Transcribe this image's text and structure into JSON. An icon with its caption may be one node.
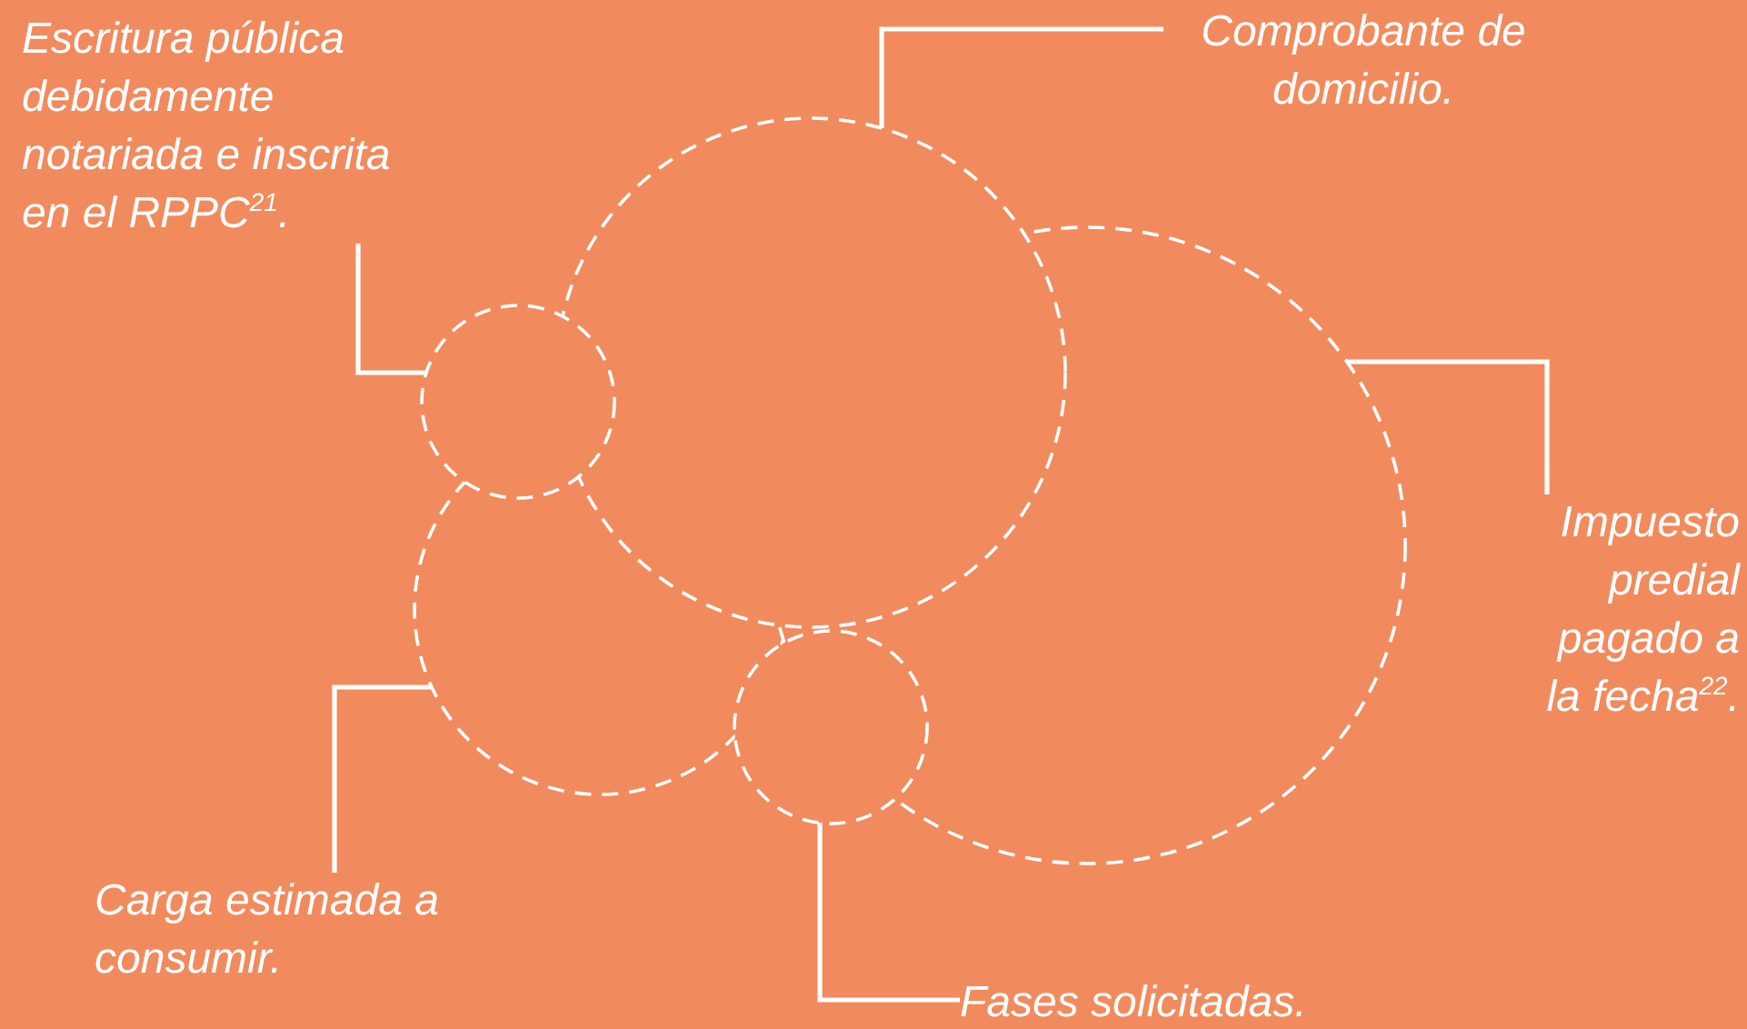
{
  "diagram": {
    "nodes": [
      {
        "text": [
          "Escritura pública debidamente notariada e inscrita en el RPPC$^{21}$."
        ]
      },
      {
        "text": [
          "Comprobante de domicilio."
        ]
      },
      {
        "text": [],
        "shape": "circle"
      },
      {
        "text": [],
        "shape": "circle"
      },
      {
        "text": [],
        "shape": "circle"
      },
      {
        "text": [
          "Impuesto predial pagado a la fecha$^{22}$."
        ]
      },
      {
        "text": [],
        "shape": "circle"
      },
      {
        "text": [],
        "shape": "circle"
      },
      {
        "text": [
          "Carga estimada a consumir."
        ]
      },
      {
        "text": [
          "Fases solicitadas."
        ]
      }
    ],
    "edges": [
      {
        "from": 0,
        "to": 3,
        "arrow": "none"
      },
      {
        "from": 1,
        "to": 2,
        "arrow": "none"
      },
      {
        "from": 5,
        "to": 4,
        "arrow": "none"
      },
      {
        "from": 8,
        "to": 6,
        "arrow": "none"
      },
      {
        "from": 9,
        "to": 7,
        "arrow": "none"
      }
    ]
  }
}
